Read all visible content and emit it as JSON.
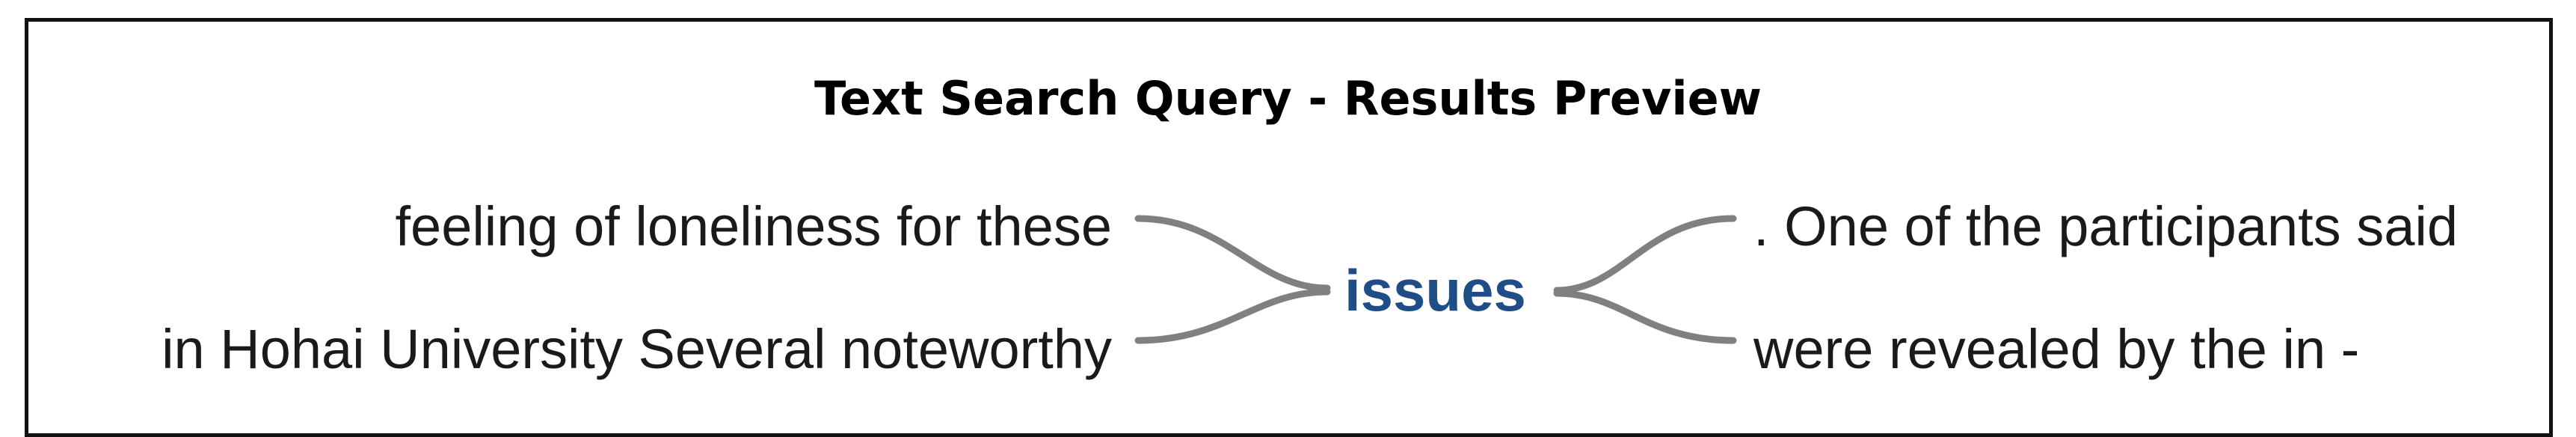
{
  "title": "Text Search Query - Results Preview",
  "keyword": "issues",
  "rows": [
    {
      "left": "feeling of loneliness for these",
      "right": ". One of the participants said"
    },
    {
      "left": "in Hohai University Several noteworthy",
      "right": "were revealed by the in -"
    }
  ],
  "colors": {
    "keyword": "#1f4e86",
    "branch": "#808080",
    "border": "#111111",
    "text": "#1a1a1a"
  }
}
